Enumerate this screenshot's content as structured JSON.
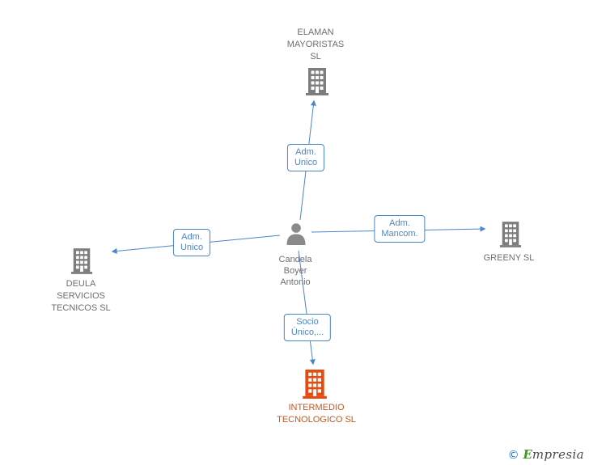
{
  "nodes": {
    "person": {
      "label_lines": [
        "Candela",
        "Boyer",
        "Antonio"
      ]
    },
    "company_top": {
      "label_lines": [
        "ELAMAN",
        "MAYORISTAS",
        "SL"
      ]
    },
    "company_right": {
      "label_lines": [
        "GREENY SL"
      ]
    },
    "company_left": {
      "label_lines": [
        "DEULA",
        "SERVICIOS",
        "TECNICOS SL"
      ]
    },
    "company_bottom": {
      "label_lines": [
        "INTERMEDIO",
        "TECNOLOGICO SL"
      ]
    }
  },
  "edges": {
    "to_top": {
      "label_lines": [
        "Adm.",
        "Unico"
      ]
    },
    "to_right": {
      "label_lines": [
        "Adm.",
        "Mancom."
      ]
    },
    "to_left": {
      "label_lines": [
        "Adm.",
        "Unico"
      ]
    },
    "to_bottom": {
      "label_lines": [
        "Socio",
        "Único,..."
      ]
    }
  },
  "branding": {
    "copyright": "©",
    "brand_initial": "E",
    "brand_rest": "mpresia"
  },
  "colors": {
    "edge_blue": "#4a86c8",
    "node_gray": "#7d7d7d",
    "highlight_orange": "#e8490f",
    "label_gray": "#6e6e6e",
    "highlight_label": "#bf5a1f"
  }
}
